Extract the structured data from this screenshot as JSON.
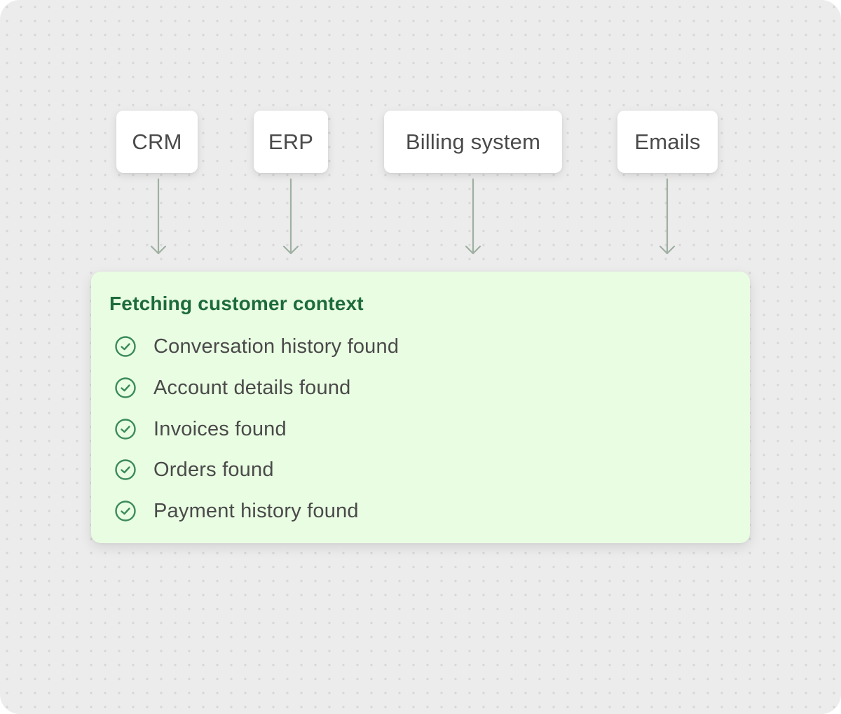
{
  "sources": [
    {
      "label": "CRM"
    },
    {
      "label": "ERP"
    },
    {
      "label": "Billing system"
    },
    {
      "label": "Emails"
    }
  ],
  "context": {
    "title": "Fetching customer context",
    "items": [
      {
        "label": "Conversation history found",
        "icon": "check-circle-icon"
      },
      {
        "label": "Account details found",
        "icon": "check-circle-icon"
      },
      {
        "label": "Invoices found",
        "icon": "check-circle-icon"
      },
      {
        "label": "Orders found",
        "icon": "check-circle-icon"
      },
      {
        "label": "Payment history found",
        "icon": "check-circle-icon"
      }
    ]
  },
  "colors": {
    "canvas_background": "#ececec",
    "card_background": "#e9fde2",
    "title_text": "#1d6b3c",
    "check_icon": "#3a8a5c",
    "arrow": "#9fb0a2",
    "body_text": "#4a4a4a"
  }
}
